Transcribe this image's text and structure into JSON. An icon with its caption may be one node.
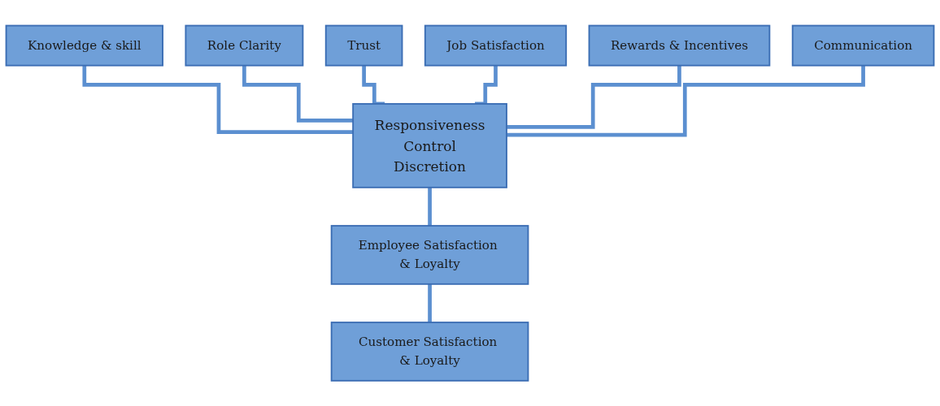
{
  "diagram": {
    "nodes": [
      {
        "text": [
          "Knowledge & skill"
        ]
      },
      {
        "text": [
          "Role Clarity"
        ]
      },
      {
        "text": [
          "Trust"
        ]
      },
      {
        "text": [
          "Job Satisfaction"
        ]
      },
      {
        "text": [
          "Rewards & Incentives"
        ]
      },
      {
        "text": [
          "Communication"
        ]
      },
      {
        "text": [
          "Responsiveness",
          "Control",
          "Discretion"
        ]
      },
      {
        "text": [
          "Employee Satisfaction & Loyalty"
        ]
      },
      {
        "text": [
          "Customer Satisfaction & Loyalty"
        ]
      }
    ],
    "edges": [
      {
        "from": 0,
        "to": 6,
        "arrow": "none"
      },
      {
        "from": 1,
        "to": 6,
        "arrow": "none"
      },
      {
        "from": 2,
        "to": 6,
        "arrow": "none"
      },
      {
        "from": 3,
        "to": 6,
        "arrow": "none"
      },
      {
        "from": 4,
        "to": 6,
        "arrow": "none"
      },
      {
        "from": 5,
        "to": 6,
        "arrow": "none"
      },
      {
        "from": 6,
        "to": 7,
        "arrow": "none"
      },
      {
        "from": 7,
        "to": 8,
        "arrow": "none"
      }
    ]
  }
}
